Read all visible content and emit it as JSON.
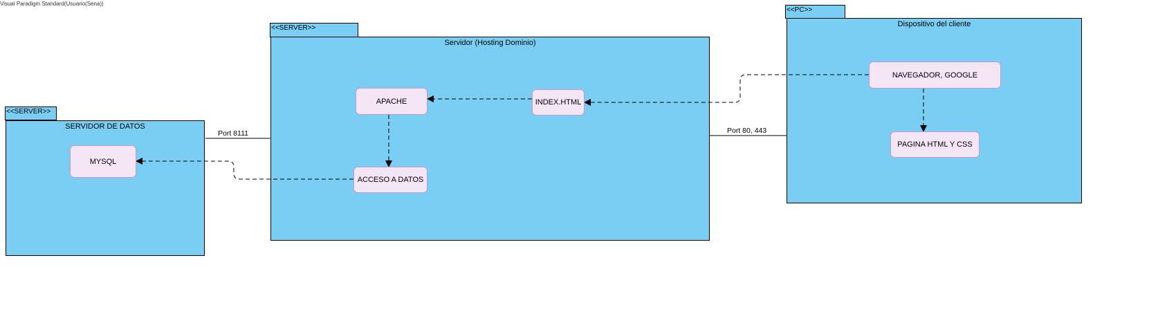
{
  "watermark": "Visual Paradigm Standard(Usuario(Sena))",
  "nodes": {
    "datos": {
      "stereotype": "<<SERVER>>",
      "title": "SERVIDOR DE DATOS"
    },
    "hosting": {
      "stereotype": "<<SERVER>>",
      "title": "Servidor (Hosting Dominio)"
    },
    "cliente": {
      "stereotype": "<<PC>>",
      "title": "Dispositivo del cliente"
    }
  },
  "components": {
    "mysql": "MYSQL",
    "apache": "APACHE",
    "index": "INDEX.HTML",
    "acceso": "ACCESO A DATOS",
    "navegador": "NAVEGADOR, GOOGLE",
    "pagina": "PAGINA HTML Y CSS"
  },
  "ports": {
    "datos_hosting": "Port 8111",
    "hosting_cliente": "Port 80, 443"
  },
  "colors": {
    "node_fill": "#7bcef3",
    "component_fill": "#f5e6f6",
    "component_border": "#c49ad0"
  }
}
